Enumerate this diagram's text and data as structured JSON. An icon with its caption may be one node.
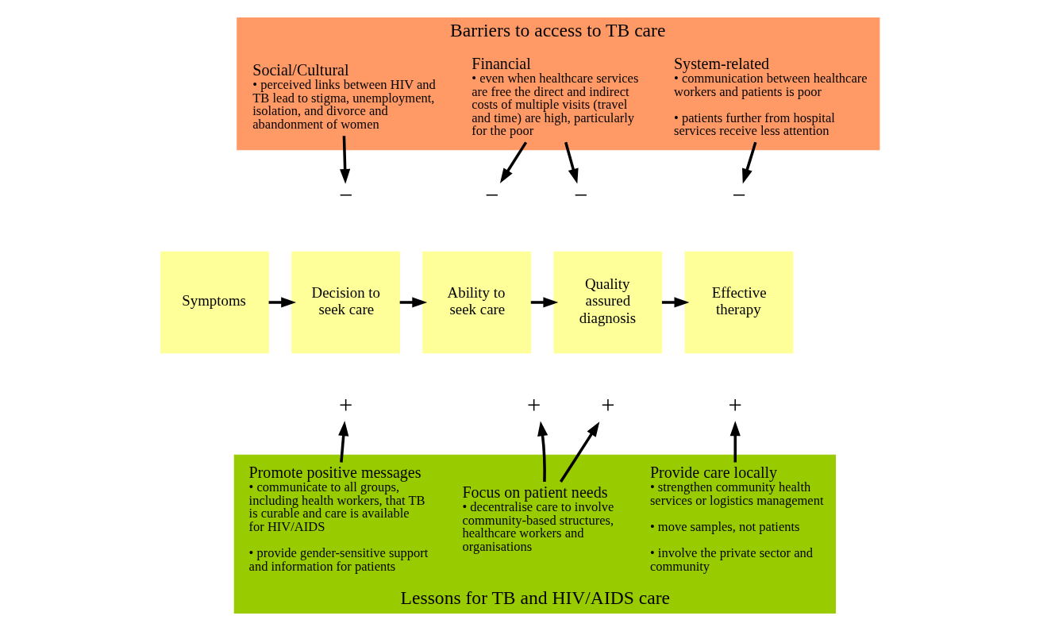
{
  "diagram": {
    "nodes": [
      {
        "text": [
          "Barriers to access to TB care"
        ]
      },
      {
        "text": [
          "Social/Cultural",
          "• perceived links between HIV and TB lead to stigma, unemployment, isolation, and divorce and abandonment of women"
        ],
        "in": 0
      },
      {
        "text": [
          "Financial",
          "• even when healthcare services are free the direct and indirect costs of multiple visits (travel and time) are high, particularly for the poor"
        ],
        "in": 0
      },
      {
        "text": [
          "System-related",
          "• communication between healthcare workers and patients is poor",
          "• patients further from hospital services receive less attention"
        ],
        "in": 0
      },
      {
        "text": [
          "Symptoms"
        ]
      },
      {
        "text": [
          "−"
        ]
      },
      {
        "text": [
          "+"
        ]
      },
      {
        "text": [
          "Decision to seek care"
        ]
      },
      {
        "text": [
          "−"
        ]
      },
      {
        "text": [
          "+"
        ]
      },
      {
        "text": [
          "Ability to seek care"
        ]
      },
      {
        "text": [
          "−"
        ]
      },
      {
        "text": [
          "+"
        ]
      },
      {
        "text": [
          "Quality assured diagnosis"
        ]
      },
      {
        "text": [
          "−"
        ]
      },
      {
        "text": [
          "+"
        ]
      },
      {
        "text": [
          "Effective therapy"
        ]
      },
      {
        "text": [
          "Lessons for TB and HIV/AIDS care"
        ]
      },
      {
        "text": [
          "Promote positive messages",
          "• communicate to all groups, including health workers, that TB is curable and care is available for HIV/AIDS",
          "• provide gender-sensitive support and information for patients"
        ],
        "in": 17
      },
      {
        "text": [
          "Focus on patient needs",
          "• decentralise care to involve community-based structures, healthcare workers and organisations"
        ],
        "in": 17
      },
      {
        "text": [
          "Provide care locally",
          "• strengthen community health services or logistics management",
          "• move samples, not patients",
          "• involve the private sector and community"
        ],
        "in": 17
      }
    ],
    "edges": [
      {
        "from": 1,
        "to": 5,
        "arrow": "to"
      },
      {
        "from": 2,
        "to": 8,
        "arrow": "to"
      },
      {
        "from": 2,
        "to": 11,
        "arrow": "to"
      },
      {
        "from": 3,
        "to": 14,
        "arrow": "to"
      },
      {
        "from": 4,
        "to": 7,
        "arrow": "to"
      },
      {
        "from": 7,
        "to": 10,
        "arrow": "to"
      },
      {
        "from": 10,
        "to": 13,
        "arrow": "to"
      },
      {
        "from": 13,
        "to": 16,
        "arrow": "to"
      },
      {
        "from": 18,
        "to": 6,
        "arrow": "to"
      },
      {
        "from": 19,
        "to": 9,
        "arrow": "to"
      },
      {
        "from": 19,
        "to": 12,
        "arrow": "to"
      },
      {
        "from": 20,
        "to": 15,
        "arrow": "to"
      }
    ]
  }
}
